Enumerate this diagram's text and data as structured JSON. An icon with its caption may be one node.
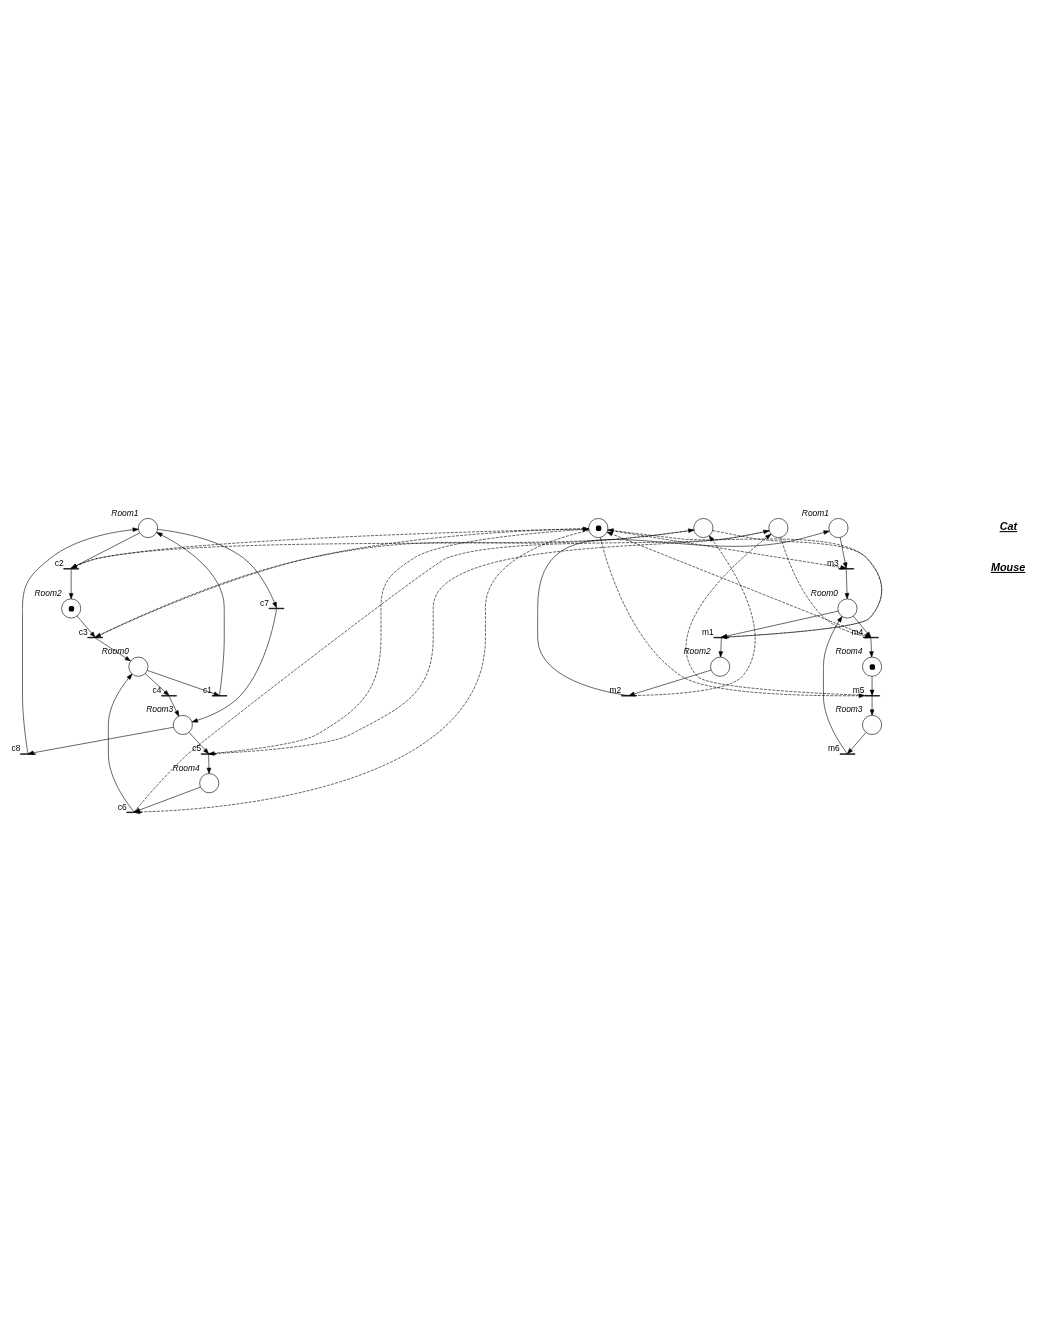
{
  "diagram": {
    "nodes": [
      {
        "text": [],
        "shape": "circle",
        "beside": [
          "Room1"
        ]
      },
      {
        "text": [],
        "shape": "bar",
        "beside": [
          "c2"
        ]
      },
      {
        "text": [],
        "shape": "bullseye",
        "beside": [
          "Room2"
        ]
      },
      {
        "text": [],
        "shape": "bar",
        "beside": [
          "c1"
        ]
      },
      {
        "text": [],
        "shape": "bar",
        "beside": [
          "c3"
        ]
      },
      {
        "text": [],
        "shape": "bar",
        "beside": [
          "c7"
        ]
      },
      {
        "text": [],
        "shape": "bar",
        "beside": [
          "c8"
        ]
      },
      {
        "text": [],
        "shape": "circle",
        "beside": [
          "Room0"
        ]
      },
      {
        "text": [],
        "shape": "circle"
      },
      {
        "text": [],
        "shape": "bar",
        "beside": [
          "c4"
        ]
      },
      {
        "text": [],
        "shape": "bar",
        "beside": [
          "c6"
        ]
      },
      {
        "text": [],
        "shape": "circle",
        "beside": [
          "Room3"
        ]
      },
      {
        "text": [],
        "shape": "bar",
        "beside": [
          "c5"
        ]
      },
      {
        "text": [],
        "shape": "circle",
        "beside": [
          "Room4"
        ]
      },
      {
        "text": [],
        "shape": "bullseye"
      },
      {
        "text": [],
        "shape": "circle",
        "beside": [
          "Room1"
        ]
      },
      {
        "text": [],
        "shape": "bar",
        "beside": [
          "m2"
        ]
      },
      {
        "text": [],
        "shape": "circle",
        "beside": [
          "Room2"
        ]
      },
      {
        "text": [],
        "shape": "bar",
        "beside": [
          "m3"
        ]
      },
      {
        "text": [],
        "shape": "bar",
        "beside": [
          "m1"
        ]
      },
      {
        "text": [],
        "shape": "circle",
        "beside": [
          "Room0"
        ]
      },
      {
        "text": [],
        "shape": "circle"
      },
      {
        "text": [],
        "shape": "bar",
        "beside": [
          "m6"
        ]
      },
      {
        "text": [],
        "shape": "bar",
        "beside": [
          "m4"
        ]
      },
      {
        "text": [],
        "shape": "bar",
        "beside": [
          "m5"
        ]
      },
      {
        "text": [],
        "shape": "circle",
        "beside": [
          "Room3"
        ]
      },
      {
        "text": [],
        "shape": "bullseye",
        "beside": [
          "Room4"
        ]
      }
    ],
    "edges": [
      {
        "from": 0,
        "to": 1,
        "arrow": "to"
      },
      {
        "from": 1,
        "to": 2,
        "arrow": "to"
      },
      {
        "from": 2,
        "to": 4,
        "arrow": "to"
      },
      {
        "from": 4,
        "to": 7,
        "arrow": "to"
      },
      {
        "from": 7,
        "to": 3,
        "arrow": "to"
      },
      {
        "from": 3,
        "to": 0,
        "arrow": "to"
      },
      {
        "from": 0,
        "to": 5,
        "arrow": "to"
      },
      {
        "from": 5,
        "to": 11,
        "arrow": "to"
      },
      {
        "from": 11,
        "to": 6,
        "arrow": "to"
      },
      {
        "from": 6,
        "to": 0,
        "arrow": "to"
      },
      {
        "from": 7,
        "to": 9,
        "arrow": "to"
      },
      {
        "from": 9,
        "to": 11,
        "arrow": "to"
      },
      {
        "from": 11,
        "to": 12,
        "arrow": "to"
      },
      {
        "from": 12,
        "to": 13,
        "arrow": "to"
      },
      {
        "from": 13,
        "to": 10,
        "arrow": "to"
      },
      {
        "from": 10,
        "to": 7,
        "arrow": "to"
      },
      {
        "from": 17,
        "to": 16,
        "arrow": "to"
      },
      {
        "from": 16,
        "to": 15,
        "arrow": "to"
      },
      {
        "from": 15,
        "to": 18,
        "arrow": "to"
      },
      {
        "from": 18,
        "to": 20,
        "arrow": "to"
      },
      {
        "from": 20,
        "to": 19,
        "arrow": "to"
      },
      {
        "from": 19,
        "to": 17,
        "arrow": "to"
      },
      {
        "from": 20,
        "to": 23,
        "arrow": "to"
      },
      {
        "from": 23,
        "to": 26,
        "arrow": "to"
      },
      {
        "from": 26,
        "to": 24,
        "arrow": "to"
      },
      {
        "from": 24,
        "to": 25,
        "arrow": "to"
      },
      {
        "from": 25,
        "to": 22,
        "arrow": "to"
      },
      {
        "from": 22,
        "to": 20,
        "arrow": "to"
      },
      {
        "from": 1,
        "to": 14,
        "arrow": "to",
        "style": "dashed"
      },
      {
        "from": 14,
        "to": 4,
        "arrow": "to",
        "style": "dashed"
      },
      {
        "from": 12,
        "to": 14,
        "arrow": "to",
        "style": "dashed"
      },
      {
        "from": 14,
        "to": 10,
        "arrow": "to",
        "style": "dashed"
      },
      {
        "from": 19,
        "to": 14,
        "arrow": "to",
        "style": "dashed"
      },
      {
        "from": 23,
        "to": 14,
        "arrow": "to",
        "style": "dashed"
      },
      {
        "from": 14,
        "to": 18,
        "arrow": "to",
        "style": "dashed"
      },
      {
        "from": 14,
        "to": 24,
        "arrow": "to",
        "style": "dashed"
      },
      {
        "from": 8,
        "to": 1,
        "arrow": "to",
        "style": "dashed"
      },
      {
        "from": 4,
        "to": 8,
        "arrow": "to",
        "style": "dashed"
      },
      {
        "from": 8,
        "to": 19,
        "arrow": "to",
        "style": "dashed"
      },
      {
        "from": 16,
        "to": 8,
        "arrow": "to",
        "style": "dashed"
      },
      {
        "from": 21,
        "to": 12,
        "arrow": "to",
        "style": "dashed"
      },
      {
        "from": 10,
        "to": 21,
        "arrow": "to",
        "style": "dashed"
      },
      {
        "from": 21,
        "to": 23,
        "arrow": "to",
        "style": "dashed"
      },
      {
        "from": 24,
        "to": 21,
        "arrow": "to",
        "style": "dashed"
      }
    ],
    "labels": [
      "Cat",
      "Mouse"
    ]
  }
}
